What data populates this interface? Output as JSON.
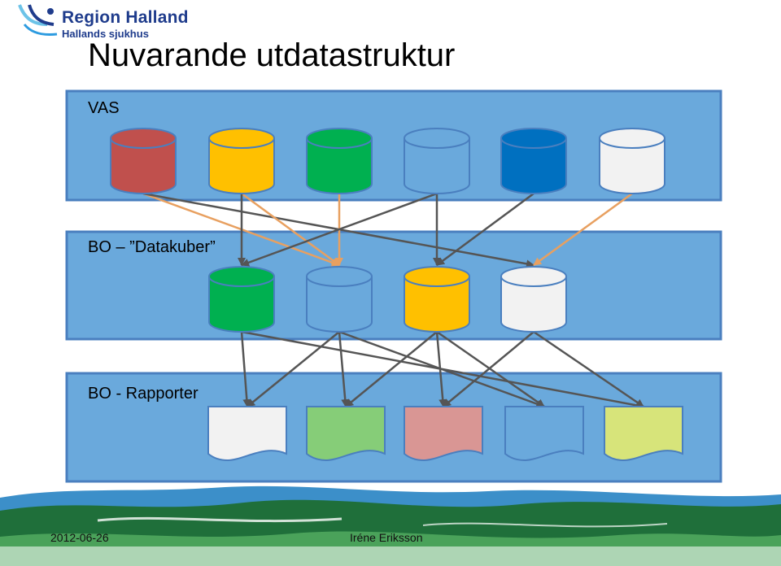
{
  "logo": {
    "name": "Region Halland",
    "subtitle": "Hallands sjukhus"
  },
  "title": "Nuvarande utdatastruktur",
  "layers": [
    {
      "id": "vas",
      "label": "VAS"
    },
    {
      "id": "cubes",
      "label": "BO – ”Datakuber”"
    },
    {
      "id": "reports",
      "label": "BO - Rapporter"
    }
  ],
  "colors": {
    "panel_fill": "#6aa9dc",
    "panel_border": "#4a7fbf",
    "connector": "#555555",
    "highlight_connector": "#e8a060"
  },
  "vas_cylinders": [
    {
      "name": "red",
      "color": "#c0504d"
    },
    {
      "name": "yellow",
      "color": "#ffc000"
    },
    {
      "name": "green",
      "color": "#00b050"
    },
    {
      "name": "light-blue",
      "color": "#6aa9dc"
    },
    {
      "name": "blue",
      "color": "#0070c0"
    },
    {
      "name": "white",
      "color": "#f2f2f2"
    }
  ],
  "cube_cylinders": [
    {
      "name": "green",
      "color": "#00b050"
    },
    {
      "name": "light-blue",
      "color": "#6aa9dc"
    },
    {
      "name": "yellow",
      "color": "#ffc000"
    },
    {
      "name": "white",
      "color": "#f2f2f2"
    }
  ],
  "report_documents": [
    {
      "name": "white",
      "color": "#f2f2f2"
    },
    {
      "name": "green",
      "color": "#86cd78"
    },
    {
      "name": "pink",
      "color": "#d99694"
    },
    {
      "name": "light-blue",
      "color": "#6aa9dc"
    },
    {
      "name": "yellow-green",
      "color": "#d7e47a"
    }
  ],
  "vas_to_cube_links": [
    {
      "from": 0,
      "to": 1,
      "highlight": true
    },
    {
      "from": 0,
      "to": 3,
      "highlight": false
    },
    {
      "from": 1,
      "to": 1,
      "highlight": true
    },
    {
      "from": 2,
      "to": 1,
      "highlight": true
    },
    {
      "from": 1,
      "to": 0,
      "highlight": false
    },
    {
      "from": 3,
      "to": 2,
      "highlight": false
    },
    {
      "from": 3,
      "to": 0,
      "highlight": false
    },
    {
      "from": 4,
      "to": 2,
      "highlight": false
    },
    {
      "from": 5,
      "to": 3,
      "highlight": true
    }
  ],
  "cube_to_report_links": [
    {
      "from": 0,
      "to": 0
    },
    {
      "from": 0,
      "to": 4
    },
    {
      "from": 1,
      "to": 0
    },
    {
      "from": 1,
      "to": 1
    },
    {
      "from": 1,
      "to": 3
    },
    {
      "from": 2,
      "to": 1
    },
    {
      "from": 2,
      "to": 2
    },
    {
      "from": 2,
      "to": 3
    },
    {
      "from": 3,
      "to": 2
    },
    {
      "from": 3,
      "to": 4
    }
  ],
  "footer": {
    "date": "2012-06-26",
    "author": "Iréne Eriksson"
  }
}
